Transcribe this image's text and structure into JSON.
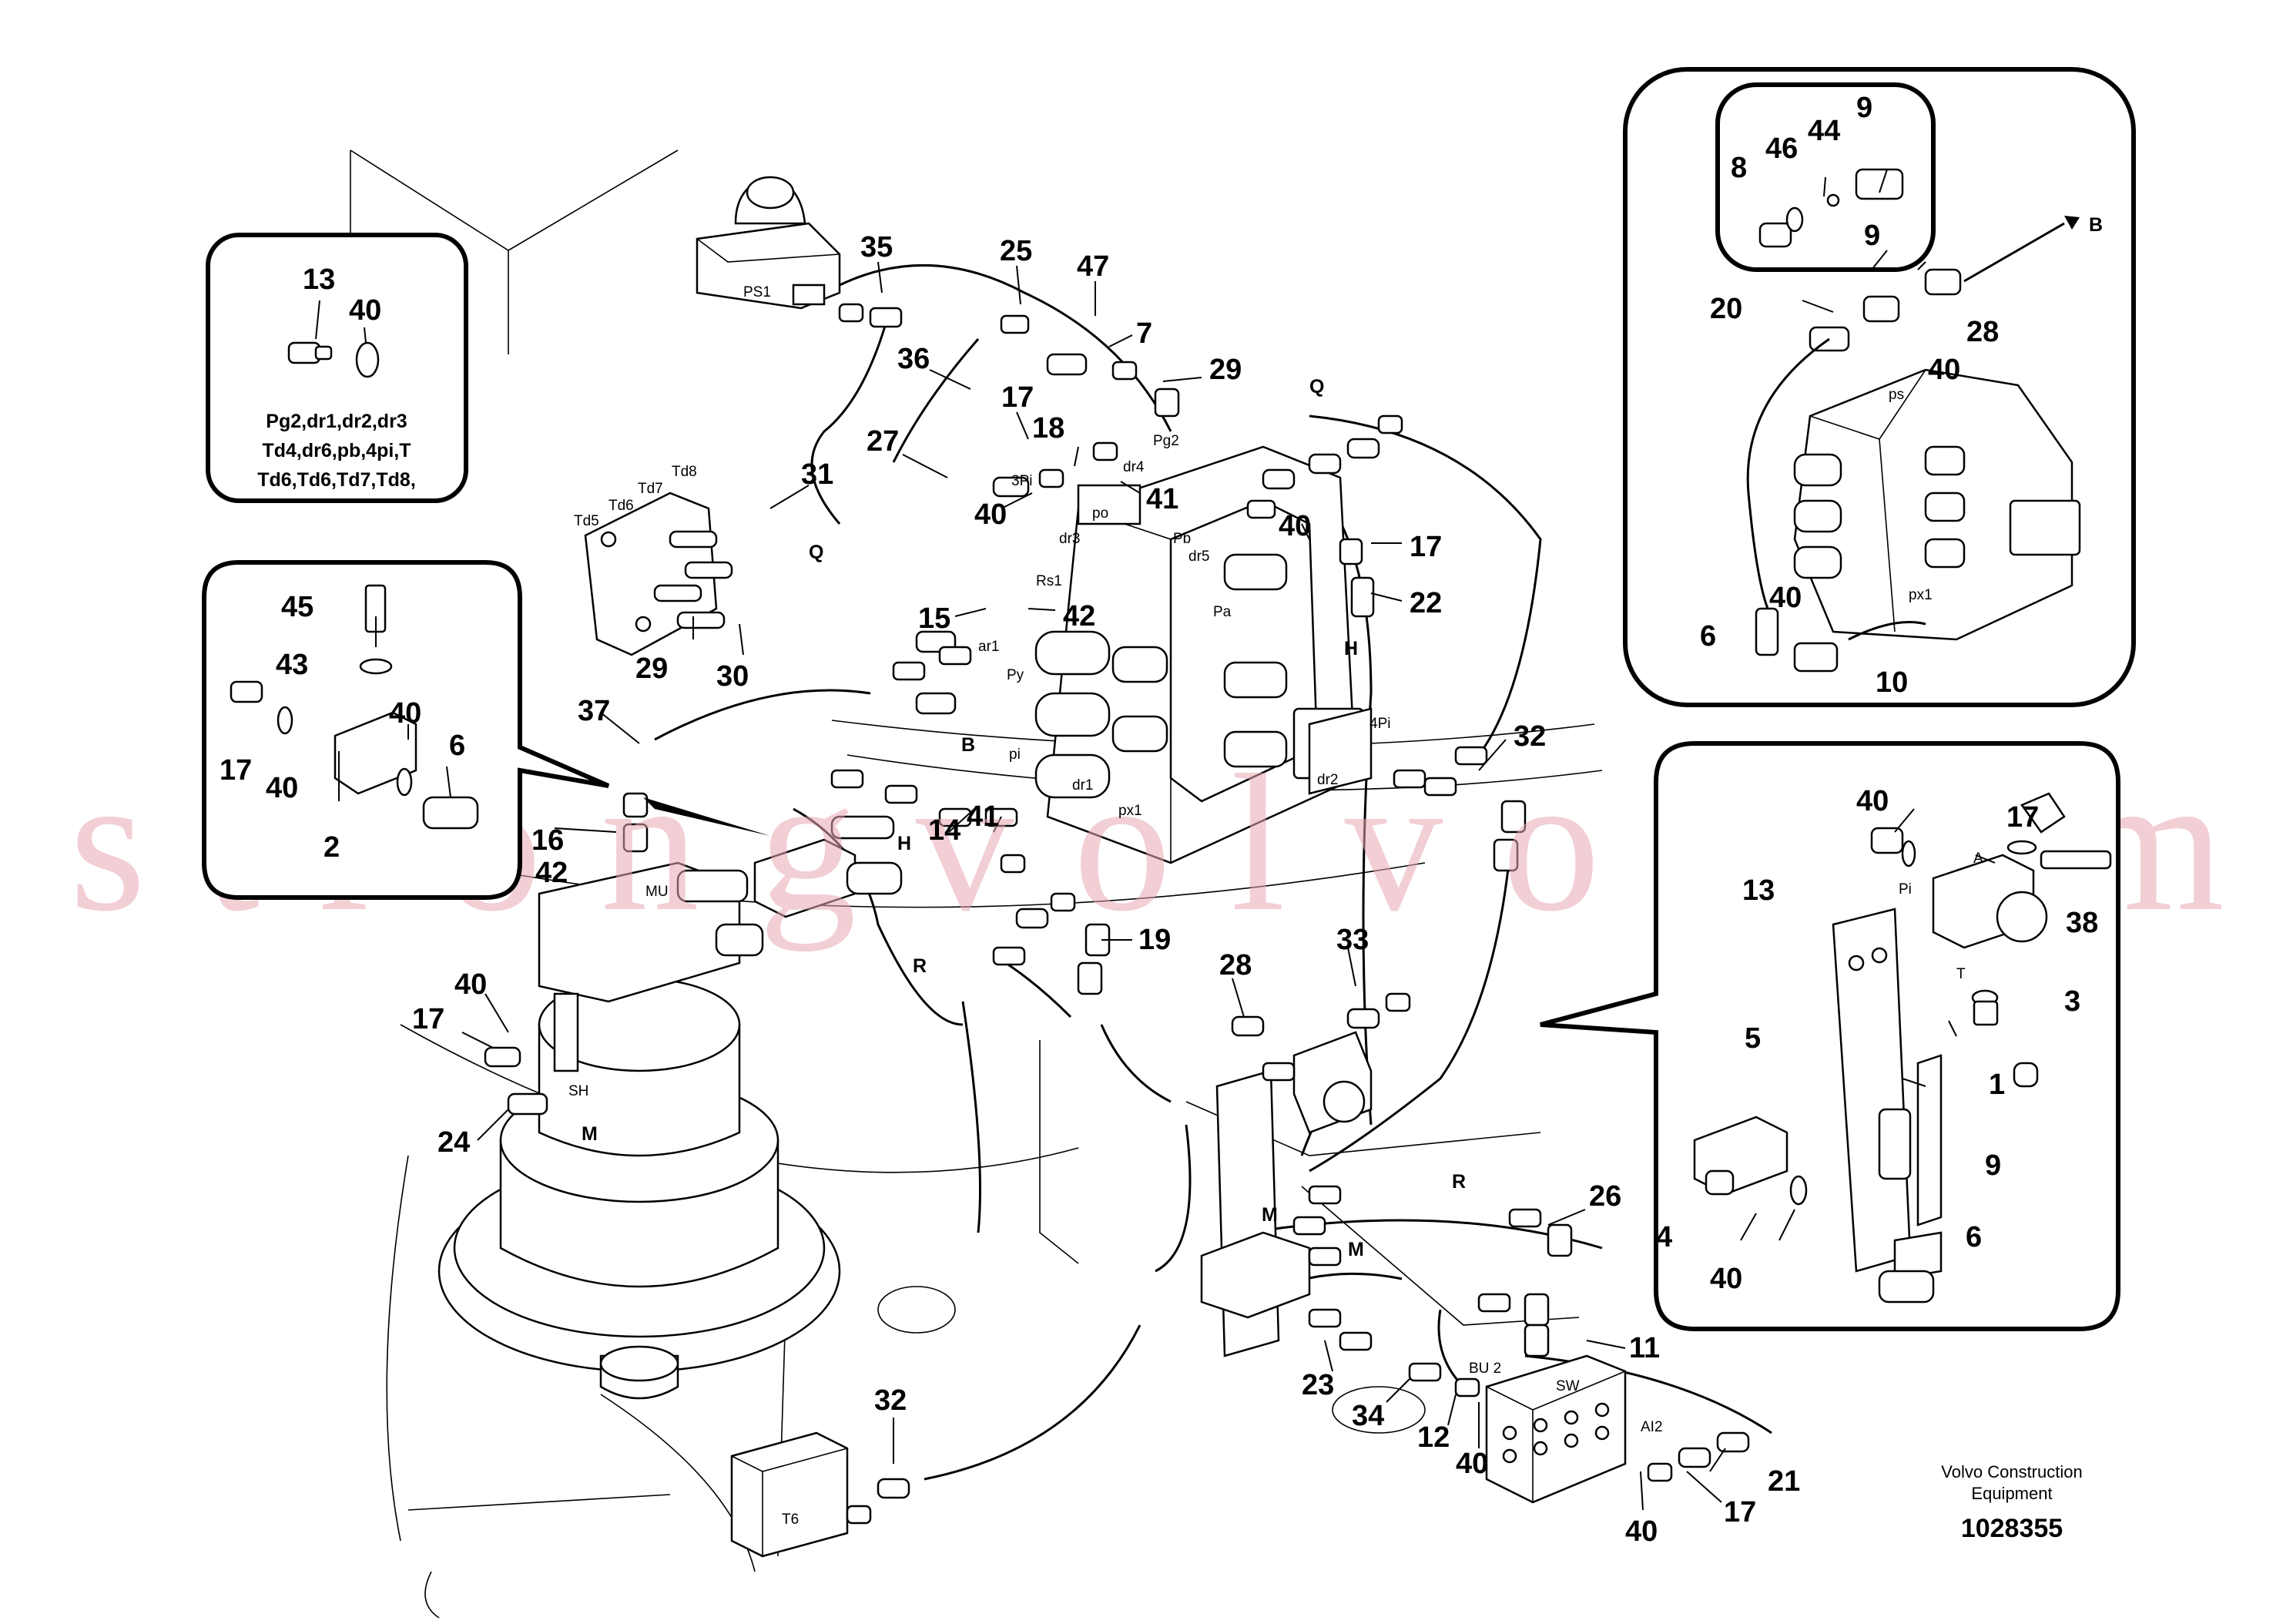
{
  "diagram": {
    "callouts": [
      {
        "id": "c-13a",
        "text": "13"
      },
      {
        "id": "c-40a",
        "text": "40"
      },
      {
        "id": "c-45",
        "text": "45"
      },
      {
        "id": "c-43",
        "text": "43"
      },
      {
        "id": "c-40b",
        "text": "40"
      },
      {
        "id": "c-6a",
        "text": "6"
      },
      {
        "id": "c-17a",
        "text": "17"
      },
      {
        "id": "c-40c",
        "text": "40"
      },
      {
        "id": "c-2",
        "text": "2"
      },
      {
        "id": "c-35",
        "text": "35"
      },
      {
        "id": "c-25",
        "text": "25"
      },
      {
        "id": "c-47",
        "text": "47"
      },
      {
        "id": "c-7",
        "text": "7"
      },
      {
        "id": "c-29a",
        "text": "29"
      },
      {
        "id": "c-36",
        "text": "36"
      },
      {
        "id": "c-17b",
        "text": "17"
      },
      {
        "id": "c-18",
        "text": "18"
      },
      {
        "id": "c-27",
        "text": "27"
      },
      {
        "id": "c-31",
        "text": "31"
      },
      {
        "id": "c-40d",
        "text": "40"
      },
      {
        "id": "c-41a",
        "text": "41"
      },
      {
        "id": "c-40e",
        "text": "40"
      },
      {
        "id": "c-17c",
        "text": "17"
      },
      {
        "id": "c-22",
        "text": "22"
      },
      {
        "id": "c-15",
        "text": "15"
      },
      {
        "id": "c-42a",
        "text": "42"
      },
      {
        "id": "c-29b",
        "text": "29"
      },
      {
        "id": "c-30",
        "text": "30"
      },
      {
        "id": "c-37",
        "text": "37"
      },
      {
        "id": "c-16",
        "text": "16"
      },
      {
        "id": "c-42b",
        "text": "42"
      },
      {
        "id": "c-14",
        "text": "14"
      },
      {
        "id": "c-41b",
        "text": "41"
      },
      {
        "id": "c-32a",
        "text": "32"
      },
      {
        "id": "c-19",
        "text": "19"
      },
      {
        "id": "c-33",
        "text": "33"
      },
      {
        "id": "c-28a",
        "text": "28"
      },
      {
        "id": "c-17d",
        "text": "17"
      },
      {
        "id": "c-40f",
        "text": "40"
      },
      {
        "id": "c-24",
        "text": "24"
      },
      {
        "id": "c-26",
        "text": "26"
      },
      {
        "id": "c-11",
        "text": "11"
      },
      {
        "id": "c-23",
        "text": "23"
      },
      {
        "id": "c-34",
        "text": "34"
      },
      {
        "id": "c-12",
        "text": "12"
      },
      {
        "id": "c-40g",
        "text": "40"
      },
      {
        "id": "c-21",
        "text": "21"
      },
      {
        "id": "c-17e",
        "text": "17"
      },
      {
        "id": "c-40h",
        "text": "40"
      },
      {
        "id": "c-32b",
        "text": "32"
      },
      {
        "id": "c-9a",
        "text": "9"
      },
      {
        "id": "c-44",
        "text": "44"
      },
      {
        "id": "c-46",
        "text": "46"
      },
      {
        "id": "c-8",
        "text": "8"
      },
      {
        "id": "c-9b",
        "text": "9"
      },
      {
        "id": "c-20",
        "text": "20"
      },
      {
        "id": "c-28b",
        "text": "28"
      },
      {
        "id": "c-40i",
        "text": "40"
      },
      {
        "id": "c-40j",
        "text": "40"
      },
      {
        "id": "c-6b",
        "text": "6"
      },
      {
        "id": "c-10",
        "text": "10"
      },
      {
        "id": "c-40k",
        "text": "40"
      },
      {
        "id": "c-17f",
        "text": "17"
      },
      {
        "id": "c-13b",
        "text": "13"
      },
      {
        "id": "c-38",
        "text": "38"
      },
      {
        "id": "c-3",
        "text": "3"
      },
      {
        "id": "c-5",
        "text": "5"
      },
      {
        "id": "c-1",
        "text": "1"
      },
      {
        "id": "c-9c",
        "text": "9"
      },
      {
        "id": "c-4",
        "text": "4"
      },
      {
        "id": "c-40l",
        "text": "40"
      },
      {
        "id": "c-6c",
        "text": "6"
      }
    ],
    "port_labels": [
      {
        "id": "p-ps1",
        "text": "PS1"
      },
      {
        "id": "p-td5",
        "text": "Td5"
      },
      {
        "id": "p-td6",
        "text": "Td6"
      },
      {
        "id": "p-td7",
        "text": "Td7"
      },
      {
        "id": "p-td8",
        "text": "Td8"
      },
      {
        "id": "p-q1",
        "text": "Q"
      },
      {
        "id": "p-q2",
        "text": "Q"
      },
      {
        "id": "p-3pi",
        "text": "3Pi"
      },
      {
        "id": "p-po",
        "text": "po"
      },
      {
        "id": "p-dr4",
        "text": "dr4"
      },
      {
        "id": "p-pg2",
        "text": "Pg2"
      },
      {
        "id": "p-dr3",
        "text": "dr3"
      },
      {
        "id": "p-pb",
        "text": "Pb"
      },
      {
        "id": "p-dr5",
        "text": "dr5"
      },
      {
        "id": "p-pa",
        "text": "Pa"
      },
      {
        "id": "p-rs1",
        "text": "Rs1"
      },
      {
        "id": "p-ar1",
        "text": "ar1"
      },
      {
        "id": "p-py",
        "text": "Py"
      },
      {
        "id": "p-b1",
        "text": "B"
      },
      {
        "id": "p-pi1",
        "text": "pi"
      },
      {
        "id": "p-dr1",
        "text": "dr1"
      },
      {
        "id": "p-px1a",
        "text": "px1"
      },
      {
        "id": "p-h1",
        "text": "H"
      },
      {
        "id": "p-h2",
        "text": "H"
      },
      {
        "id": "p-4pi",
        "text": "4Pi"
      },
      {
        "id": "p-dr2",
        "text": "dr2"
      },
      {
        "id": "p-mu",
        "text": "MU"
      },
      {
        "id": "p-r1",
        "text": "R"
      },
      {
        "id": "p-r2",
        "text": "R"
      },
      {
        "id": "p-sh",
        "text": "SH"
      },
      {
        "id": "p-m1",
        "text": "M"
      },
      {
        "id": "p-m2",
        "text": "M"
      },
      {
        "id": "p-m3",
        "text": "M"
      },
      {
        "id": "p-bu2",
        "text": "BU 2"
      },
      {
        "id": "p-sw",
        "text": "SW"
      },
      {
        "id": "p-ai2",
        "text": "AI2"
      },
      {
        "id": "p-t6",
        "text": "T6"
      },
      {
        "id": "p-b2",
        "text": "B"
      },
      {
        "id": "p-ps",
        "text": "ps"
      },
      {
        "id": "p-px1b",
        "text": "px1"
      },
      {
        "id": "p-a",
        "text": "A"
      },
      {
        "id": "p-pi2",
        "text": "Pi"
      },
      {
        "id": "p-t",
        "text": "T"
      }
    ],
    "inset_note_lines": [
      "Pg2,dr1,dr2,dr3",
      "Td4,dr6,pb,4pi,T",
      "Td6,Td6,Td7,Td8,"
    ],
    "footer": {
      "brand_line1": "Volvo Construction",
      "brand_line2": "Equipment",
      "drawing_number": "1028355"
    },
    "watermark": "strongvolvo.com"
  }
}
